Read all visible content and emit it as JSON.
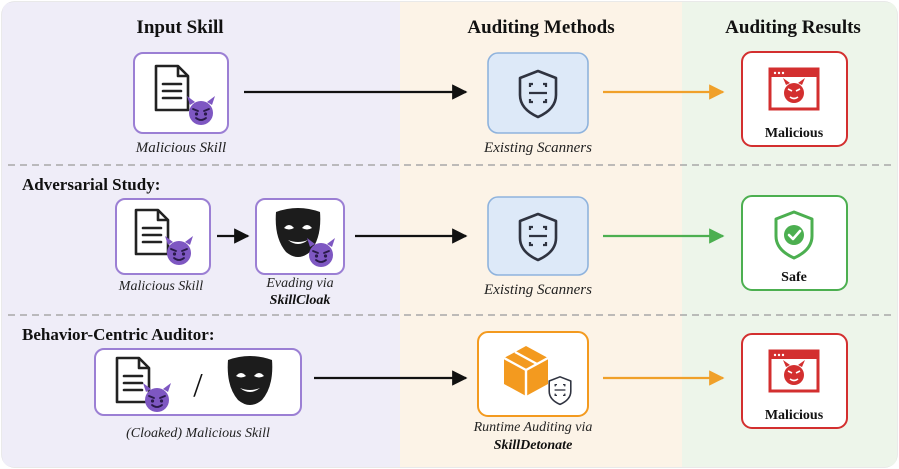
{
  "columns": {
    "input": "Input Skill",
    "methods": "Auditing Methods",
    "results": "Auditing Results"
  },
  "row1": {
    "skill_caption": "Malicious Skill",
    "scanner_caption": "Existing Scanners",
    "result_label": "Malicious"
  },
  "row2": {
    "section_title": "Adversarial Study:",
    "skill_caption": "Malicious Skill",
    "evade_caption_line1": "Evading via",
    "evade_caption_line2": "SkillCloak",
    "scanner_caption": "Existing Scanners",
    "result_label": "Safe"
  },
  "row3": {
    "section_title": "Behavior-Centric Auditor:",
    "slash": "/",
    "skill_caption": "(Cloaked) Malicious Skill",
    "runtime_caption_line1": "Runtime Auditing via",
    "runtime_caption_line2": "SkillDetonate",
    "result_label": "Malicious"
  },
  "colors": {
    "purple_panel": "#efedf8",
    "orange_panel": "#fcf3e7",
    "green_panel": "#edf5ea",
    "purple_border": "#9b7fd4",
    "scanner_blue": "#dde9f8",
    "arrow_orange": "#f0a02a",
    "arrow_green": "#4caf50",
    "danger_red": "#d32f2f",
    "safe_green": "#4caf50",
    "devil_purple": "#7e57c2",
    "runtime_orange": "#f39a1f"
  },
  "icons": {
    "document": "document-icon",
    "devil": "devil-emoji-icon",
    "mask": "theater-mask-icon",
    "shield_scan": "shield-scan-icon",
    "browser_devil": "malicious-window-icon",
    "shield_check": "shield-check-icon",
    "cube": "cube-sandbox-icon"
  }
}
